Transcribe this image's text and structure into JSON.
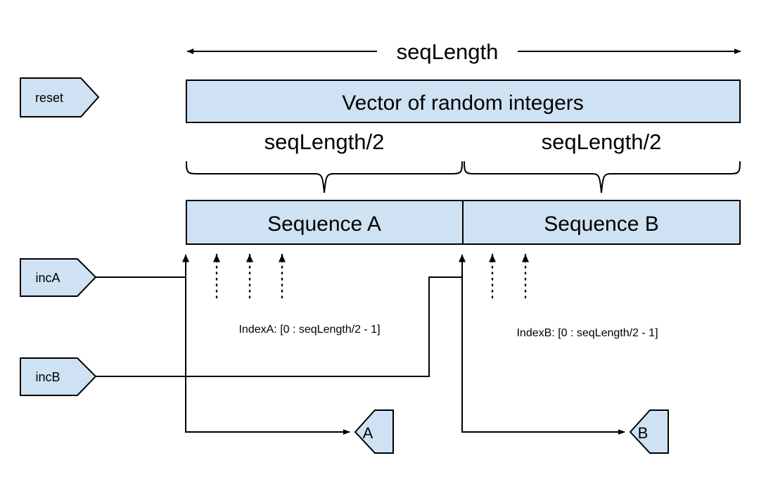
{
  "diagram": {
    "title_arrow_label": "seqLength",
    "vector_box_label": "Vector of random integers",
    "half_label_left": "seqLength/2",
    "half_label_right": "seqLength/2",
    "sequence_a_label": "Sequence A",
    "sequence_b_label": "Sequence B",
    "index_a_label": "IndexA: [0 : seqLength/2 - 1]",
    "index_b_label": "IndexB: [0 : seqLength/2 - 1]",
    "signals": {
      "reset": "reset",
      "incA": "incA",
      "incB": "incB"
    },
    "outputs": {
      "a": "A",
      "b": "B"
    },
    "colors": {
      "shape_fill": "#cfe2f3",
      "stroke": "#000000",
      "background": "#ffffff"
    }
  }
}
